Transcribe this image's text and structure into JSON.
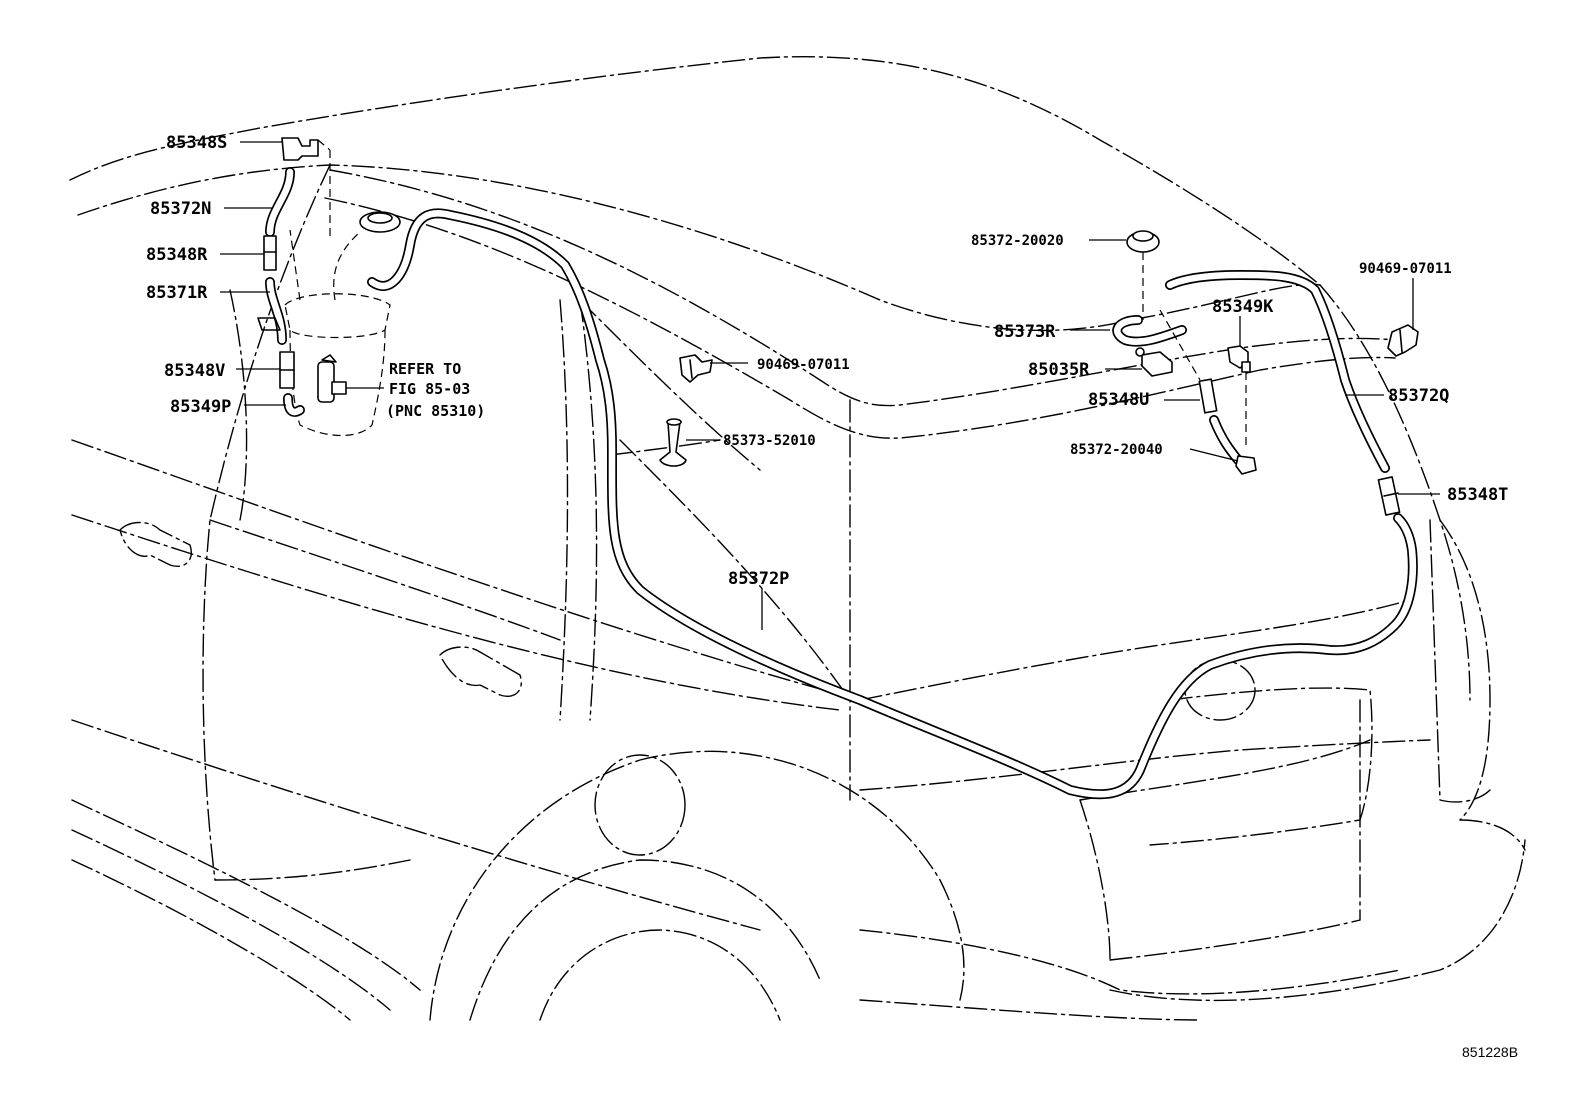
{
  "callouts": {
    "p85348S": "85348S",
    "p85372N": "85372N",
    "p85348R": "85348R",
    "p85371R": "85371R",
    "p85348V": "85348V",
    "p85349P": "85349P",
    "p90469_07011_center": "90469-07011",
    "p85373_52010": "85373-52010",
    "p85372P": "85372P",
    "p85372_20020": "85372-20020",
    "p90469_07011_right": "90469-07011",
    "p85349K": "85349K",
    "p85373R": "85373R",
    "p85035R": "85035R",
    "p85348U": "85348U",
    "p85372Q": "85372Q",
    "p85372_20040": "85372-20040",
    "p85348T": "85348T"
  },
  "reference_note": {
    "line1": "REFER TO",
    "line2": "FIG 85-03",
    "line3": "(PNC 85310)"
  },
  "drawing_number": "851228B"
}
